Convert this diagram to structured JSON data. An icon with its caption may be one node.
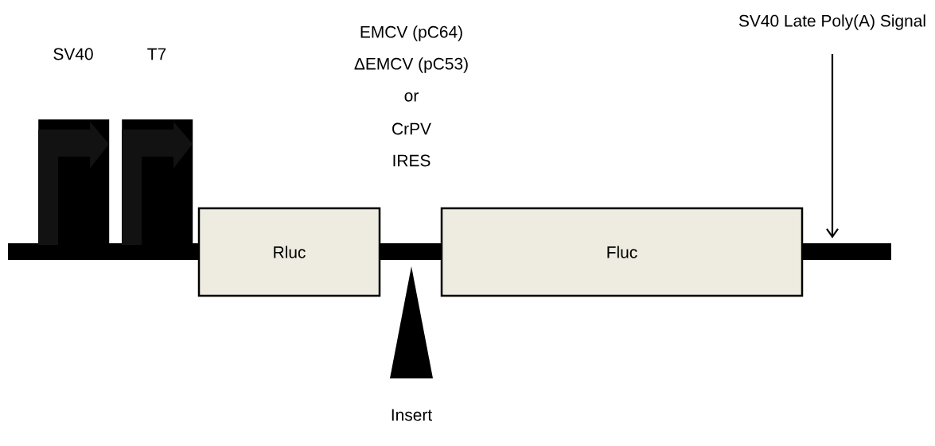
{
  "diagram": {
    "nodes": [
      {
        "text": [
          "SV40"
        ]
      },
      {
        "text": [
          "T7"
        ]
      },
      {
        "text": [
          "Rluc"
        ]
      },
      {
        "text": [
          "Fluc"
        ]
      },
      {
        "text": [
          "Insert"
        ]
      },
      {
        "text": [
          "SV40 Late Poly(A) Signal"
        ]
      },
      {
        "text": [],
        "shape": "bar"
      },
      {
        "text": [],
        "shape": "bar"
      },
      {
        "text": [],
        "shape": "bar"
      }
    ],
    "edges": [
      {
        "from": 5,
        "to": 8,
        "arrow": "to"
      }
    ],
    "labels": [
      "EMCV (pC64)",
      "ΔEMCV (pC53)",
      "or",
      "CrPV",
      "IRES"
    ]
  }
}
